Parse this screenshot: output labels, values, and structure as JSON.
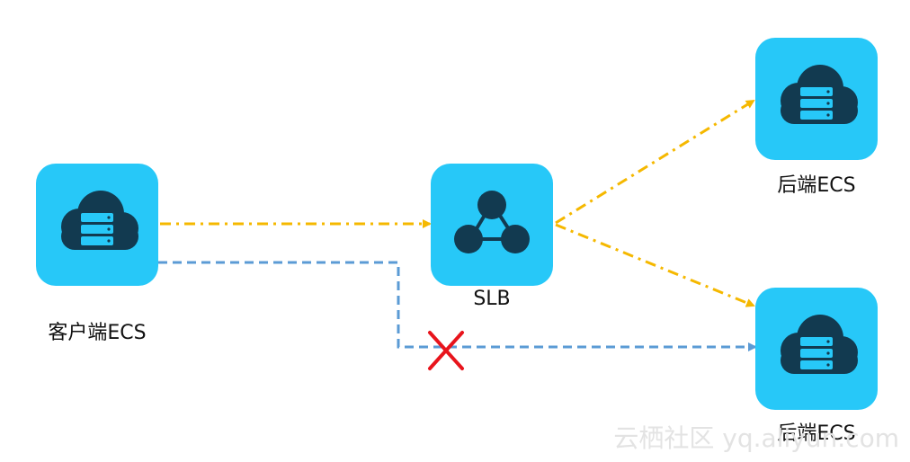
{
  "diagram": {
    "nodes": [
      {
        "id": "client",
        "label": "客户端ECS",
        "icon": "cloud-server-icon"
      },
      {
        "id": "slb",
        "label": "SLB",
        "icon": "network-nodes-icon"
      },
      {
        "id": "backend1",
        "label": "后端ECS",
        "icon": "cloud-server-icon"
      },
      {
        "id": "backend2",
        "label": "后端ECS",
        "icon": "cloud-server-icon"
      }
    ],
    "edges": [
      {
        "from": "client",
        "to": "slb",
        "style": "dash-dot",
        "color": "#f5b800"
      },
      {
        "from": "slb",
        "to": "backend1",
        "style": "dash-dot",
        "color": "#f5b800"
      },
      {
        "from": "slb",
        "to": "backend2",
        "style": "dash-dot",
        "color": "#f5b800"
      },
      {
        "from": "client",
        "to": "backend2",
        "style": "dashed",
        "color": "#5b9bd5",
        "blocked": true
      }
    ]
  },
  "colors": {
    "node_fill": "#27c8f8",
    "icon_dark": "#123a50",
    "block_mark": "#e8141c"
  },
  "watermark": "云栖社区 yq.aliyun.com"
}
